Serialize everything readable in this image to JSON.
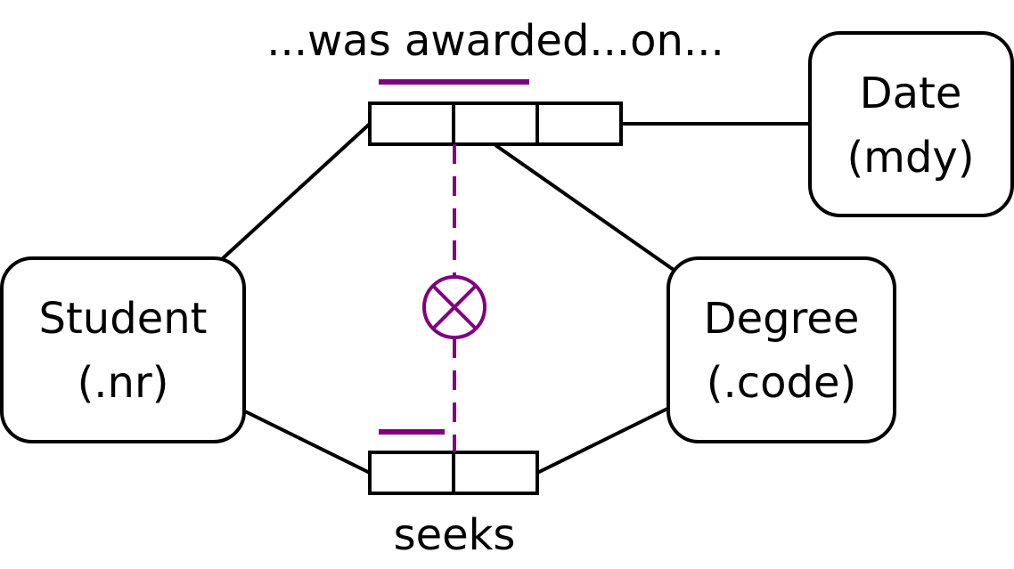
{
  "fact_types": {
    "awarded": {
      "reading": "...was awarded...on..."
    },
    "seeks": {
      "reading": "seeks"
    }
  },
  "entities": {
    "student": {
      "name": "Student",
      "ref_mode": "(.nr)"
    },
    "degree": {
      "name": "Degree",
      "ref_mode": "(.code)"
    },
    "date": {
      "name": "Date",
      "ref_mode": "(mdy)"
    }
  },
  "colors": {
    "line": "#000000",
    "constraint": "#800080",
    "background": "#ffffff"
  }
}
